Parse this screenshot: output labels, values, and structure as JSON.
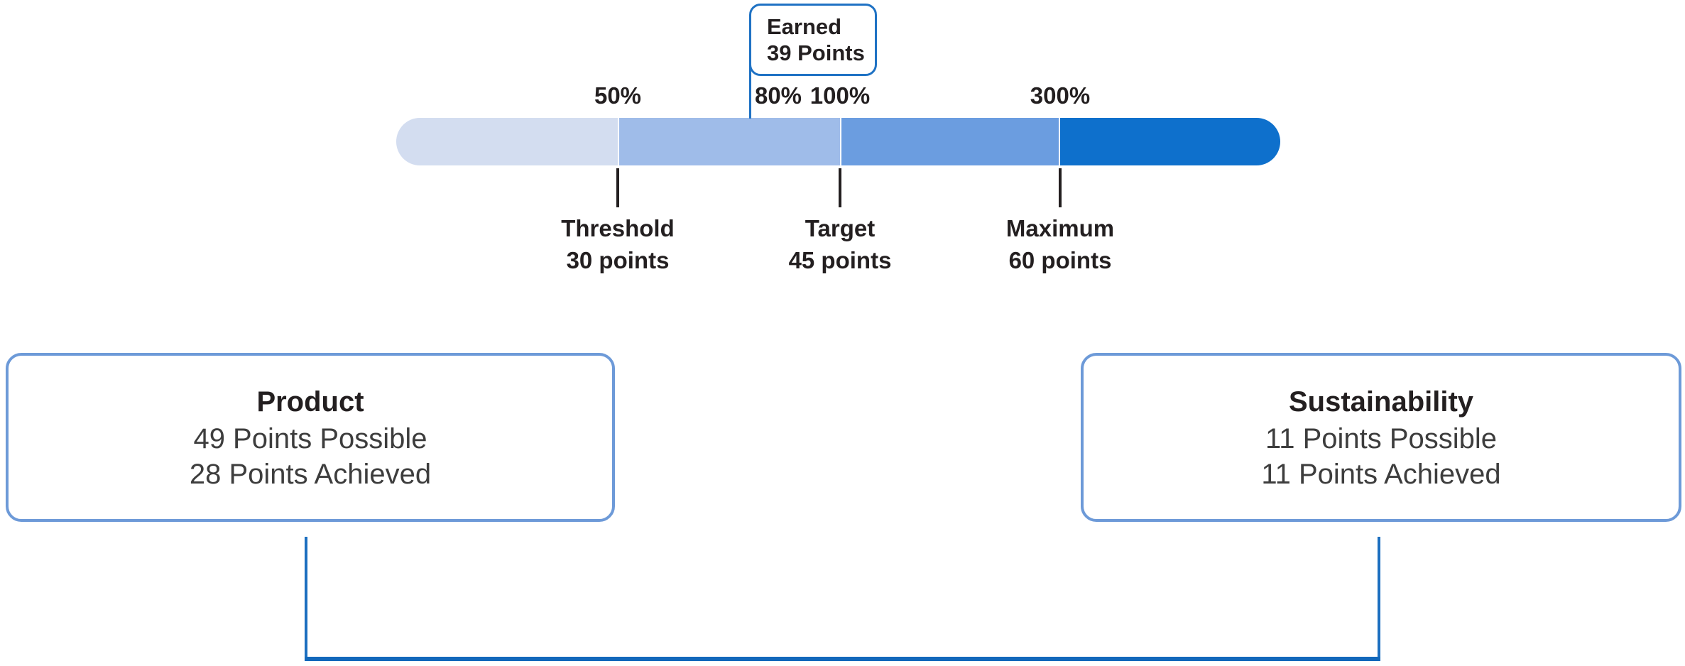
{
  "diagram": {
    "earned_callout": {
      "label": "Earned",
      "value": "39 Points"
    },
    "bar": {
      "percent_labels": [
        "50%",
        "80%",
        "100%",
        "300%"
      ],
      "segments": [
        {
          "name": "below-threshold",
          "color": "#d3ddf0"
        },
        {
          "name": "threshold-to-target",
          "color": "#9fbce9"
        },
        {
          "name": "target-to-maximum",
          "color": "#6b9de0"
        },
        {
          "name": "above-maximum",
          "color": "#0e70cc"
        }
      ],
      "milestones": [
        {
          "title": "Threshold",
          "points": "30 points"
        },
        {
          "title": "Target",
          "points": "45 points"
        },
        {
          "title": "Maximum",
          "points": "60 points"
        }
      ]
    },
    "categories": [
      {
        "title": "Product",
        "possible": "49 Points Possible",
        "achieved": "28 Points Achieved"
      },
      {
        "title": "Sustainability",
        "possible": "11 Points Possible",
        "achieved": "11 Points Achieved"
      }
    ],
    "colors": {
      "callout_border": "#1f72c4",
      "category_box_border": "#6d9ad8",
      "connector_line": "#1268bb",
      "tick_mark": "#231f20",
      "text_dark": "#231f20"
    }
  }
}
